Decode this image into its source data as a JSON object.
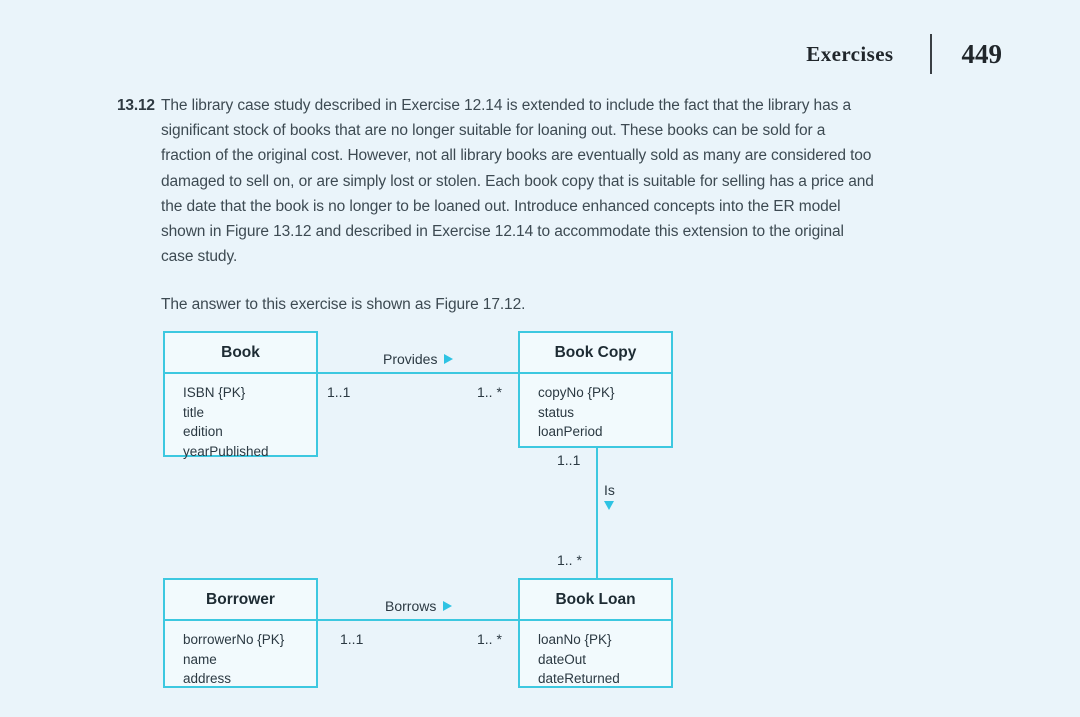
{
  "running_head": {
    "title": "Exercises",
    "page_number": "449"
  },
  "exercise": {
    "number": "13.12",
    "paragraph1": "The library case study described in Exercise 12.14 is extended to include the fact that the library has a significant stock of books that are no longer suitable for loaning out. These books can be sold for a fraction of the original cost. However, not all library books are eventually sold as many are considered too damaged to sell on, or are simply lost or stolen. Each book copy that is suitable for selling has a price and the date that the book is no longer to be loaned out. Introduce enhanced concepts into the ER model shown in Figure 13.12 and described in Exercise 12.14 to accommodate this extension to the original case study.",
    "paragraph2": "The answer to this exercise is shown as Figure 17.12."
  },
  "diagram": {
    "entities": [
      {
        "name": "Book",
        "attributes": [
          "ISBN {PK}",
          "title",
          "edition",
          "yearPublished"
        ]
      },
      {
        "name": "Book Copy",
        "attributes": [
          "copyNo {PK}",
          "status",
          "loanPeriod"
        ]
      },
      {
        "name": "Borrower",
        "attributes": [
          "borrowerNo {PK}",
          "name",
          "address"
        ]
      },
      {
        "name": "Book Loan",
        "attributes": [
          "loanNo {PK}",
          "dateOut",
          "dateReturned"
        ]
      }
    ],
    "relationships": [
      {
        "label": "Provides",
        "direction": "right",
        "from_cardinality": "1..1",
        "to_cardinality": "1.. *"
      },
      {
        "label": "Is",
        "direction": "down",
        "from_cardinality": "1..1",
        "to_cardinality": "1.. *"
      },
      {
        "label": "Borrows",
        "direction": "right",
        "from_cardinality": "1..1",
        "to_cardinality": "1.. *"
      }
    ]
  },
  "figure_caption": ""
}
